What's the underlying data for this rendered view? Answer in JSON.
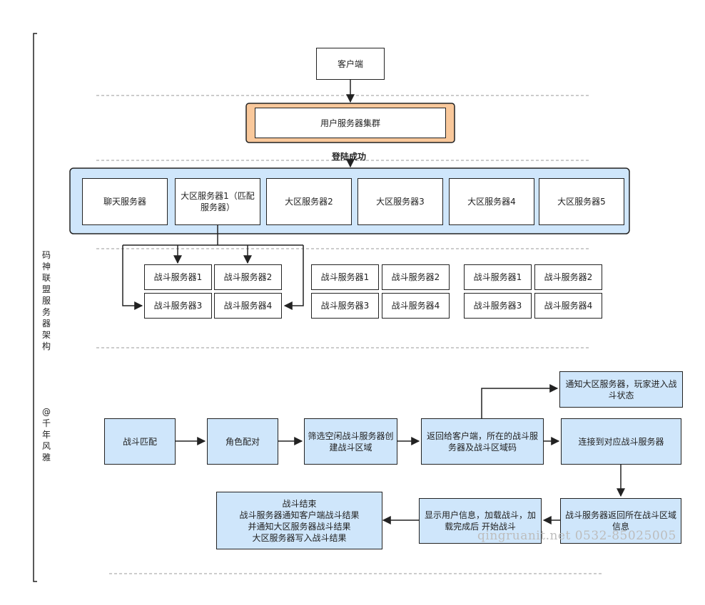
{
  "side_title": "码神联盟服务器架构",
  "side_signature": "@千年风雅",
  "client": "客户端",
  "user_cluster": "用户服务器集群",
  "login_label": "登陆成功",
  "top_servers": [
    "聊天服务器",
    "大区服务器1（匹配服务器）",
    "大区服务器2",
    "大区服务器3",
    "大区服务器4",
    "大区服务器5"
  ],
  "battle_groups": [
    [
      "战斗服务器1",
      "战斗服务器2",
      "战斗服务器3",
      "战斗服务器4"
    ],
    [
      "战斗服务器1",
      "战斗服务器2",
      "战斗服务器3",
      "战斗服务器4"
    ],
    [
      "战斗服务器1",
      "战斗服务器2",
      "战斗服务器3",
      "战斗服务器4"
    ]
  ],
  "flow": {
    "match": "战斗匹配",
    "role": "角色配对",
    "filter": "筛选空闲战斗服务器创建战斗区域",
    "return": "返回给客户端，所在的战斗服务器及战斗区域码",
    "notify": "通知大区服务器，玩家进入战斗状态",
    "connect": "连接到对应战斗服务器",
    "battle_return": "战斗服务器返回所在战斗区域信息",
    "display": "显示用户信息，加载战斗，加载完成后 开始战斗",
    "end": "战斗结束\n战斗服务器通知客户端战斗结果\n并通知大区服务器战斗结果\n大区服务器写入战斗结果"
  },
  "watermark": "qingruanit.net 0532-85025005"
}
